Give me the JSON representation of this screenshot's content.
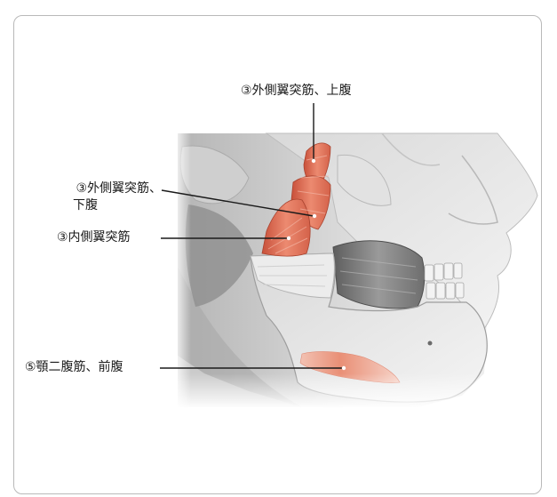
{
  "figure": {
    "labels": {
      "lateral_pterygoid_superior": "③外側翼突筋、上腹",
      "lateral_pterygoid_inferior_line1": "③外側翼突筋、",
      "lateral_pterygoid_inferior_line2": "下腹",
      "medial_pterygoid": "③内側翼突筋",
      "digastric_anterior": "⑤顎二腹筋、前腹"
    },
    "colors": {
      "highlight_muscle": "#e0735a",
      "bone": "#e8e8e8",
      "muscle_gray": "#8c8c8c",
      "frame": "#b9b9b9",
      "leader_line": "#1a1a1a"
    }
  }
}
